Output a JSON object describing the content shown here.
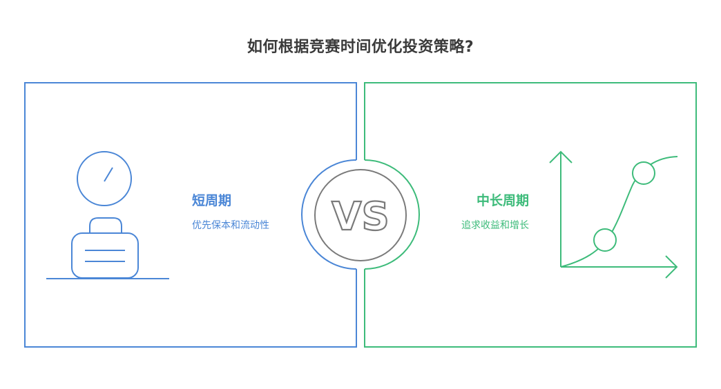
{
  "title": "如何根据竞赛时间优化投资策略?",
  "left": {
    "heading": "短周期",
    "subtitle": "优先保本和流动性",
    "color": "#4a86d6",
    "icon": "stopwatch-on-briefcase-icon"
  },
  "right": {
    "heading": "中长周期",
    "subtitle": "追求收益和增长",
    "color": "#3dbb7a",
    "icon": "growth-curve-chart-icon"
  },
  "center": {
    "label": "VS",
    "color": "#7a7a7a"
  }
}
